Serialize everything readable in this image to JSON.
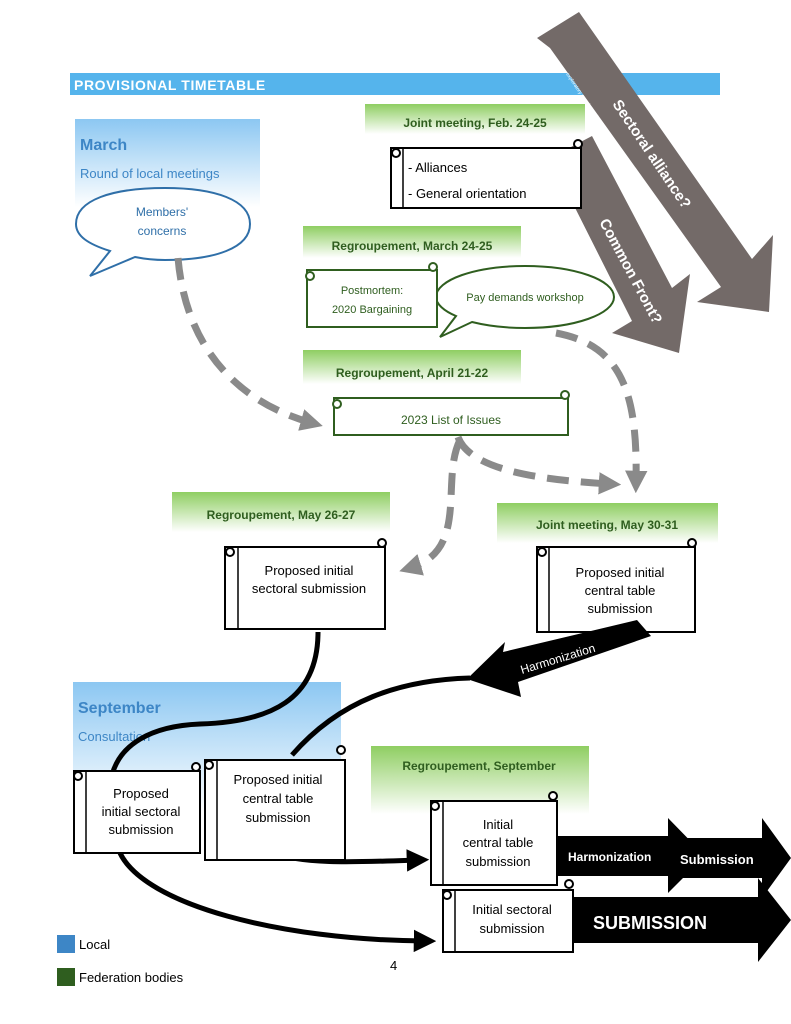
{
  "page_title": "PROVISIONAL TIMETABLE",
  "colors": {
    "title_bar": "#55b4ec",
    "local_blue": "#3d86c6",
    "federation_green": "#2f5e1f",
    "green_header_top": "#8fce62",
    "grey_arrow": "#736a68",
    "dark": "#000000"
  },
  "local_boxes": {
    "march": {
      "heading": "March",
      "sub": "Round of local meetings"
    },
    "september": {
      "heading": "September",
      "sub": "Consultation"
    }
  },
  "bubbles": {
    "members_concerns": [
      "Members'",
      "concerns"
    ],
    "pay_demands": "Pay demands workshop"
  },
  "headers": {
    "joint_feb": "Joint meeting, Feb. 24-25",
    "regroup_march": "Regroupement, March 24-25",
    "regroup_april": "Regroupement, April 21-22",
    "regroup_may": "Regroupement, May 26-27",
    "joint_may": "Joint meeting, May 30-31",
    "regroup_sept": "Regroupement, September"
  },
  "scrolls": {
    "alliances": [
      "- Alliances",
      "- General orientation"
    ],
    "postmortem": [
      "Postmortem:",
      "2020 Bargaining"
    ],
    "issues_2023": "2023 List of Issues",
    "proposed_sectoral_may": [
      "Proposed initial",
      "sectoral submission"
    ],
    "proposed_central_may": [
      "Proposed initial",
      "central table",
      "submission"
    ],
    "proposed_sectoral_sept": [
      "Proposed",
      "initial sectoral",
      "submission"
    ],
    "proposed_central_sept": [
      "Proposed initial",
      "central table",
      "submission"
    ],
    "initial_central": [
      "Initial",
      "central table",
      "submission"
    ],
    "initial_sectoral": [
      "Initial sectoral",
      "submission"
    ]
  },
  "big_arrows": {
    "sectoral_alliance": "Sectoral alliance?",
    "sectoral_alliance_note": "exploratory mandate adopted at regroupement closed on Feb. 18",
    "common_front": "Common Front?",
    "harmonization_diag": "Harmonization",
    "harmonization_right": "Harmonization",
    "submission_right": "Submission",
    "submission_big": "SUBMISSION"
  },
  "legend": [
    {
      "label": "Local",
      "color": "#3d86c6"
    },
    {
      "label": "Federation bodies",
      "color": "#2f5e1f"
    }
  ],
  "page_number": "4"
}
